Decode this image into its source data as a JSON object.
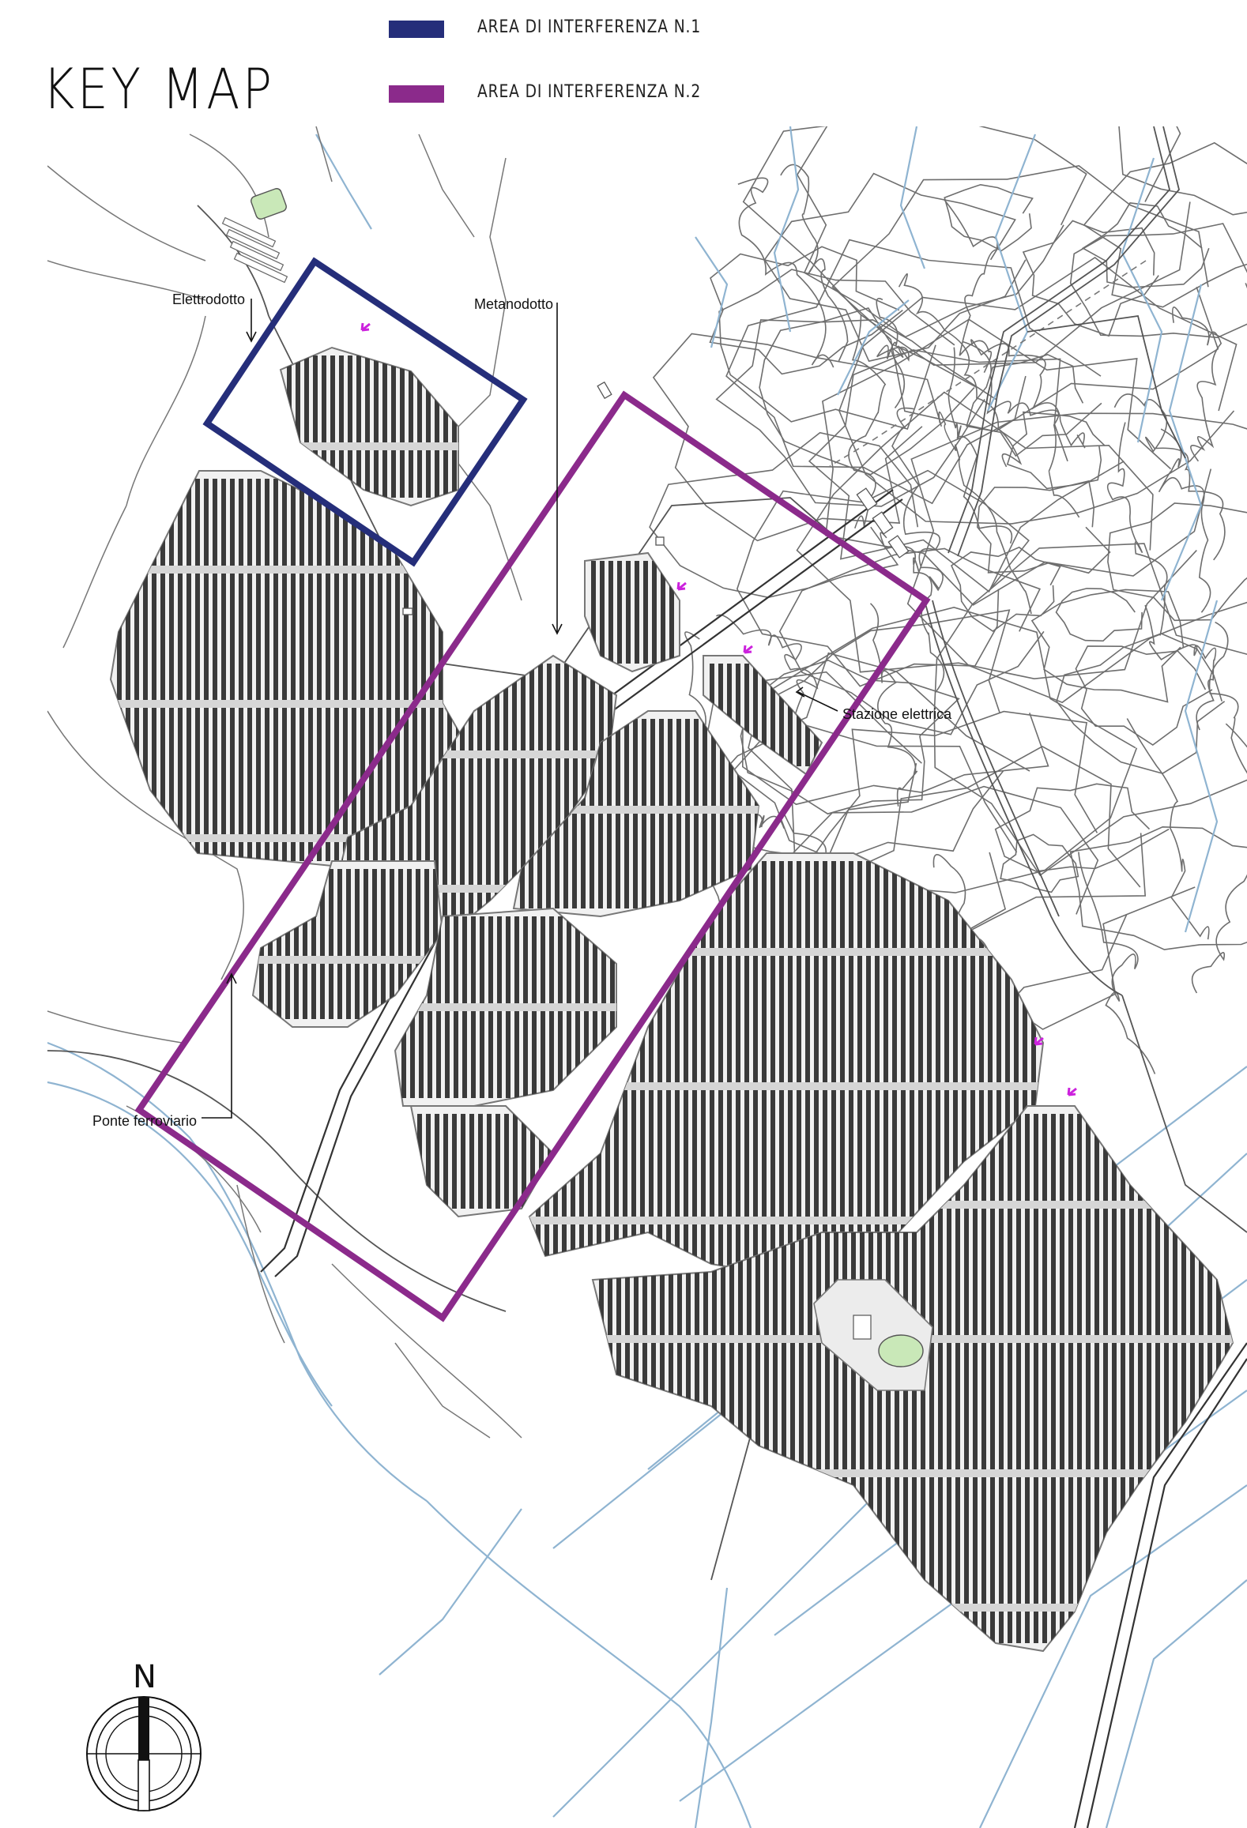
{
  "header": {
    "title": "KEY MAP"
  },
  "legend": {
    "items": [
      {
        "label": "AREA DI INTERFERENZA N.1",
        "color": "#252e7a"
      },
      {
        "label": "AREA DI INTERFERENZA N.2",
        "color": "#8b2a8b"
      }
    ]
  },
  "map": {
    "labels": {
      "elettrodotto": "Elettrodotto",
      "metanodotto": "Metanodotto",
      "stazione": "Stazione elettrica",
      "ponte": "Ponte ferroviario"
    },
    "colors": {
      "contour": "#6e6e6e",
      "stream": "#8fb4d1",
      "panel": "#3a3a3a",
      "field_fill": "#f1f1f1",
      "field_outline": "#777777",
      "access_marker": "#cc22dd",
      "green_area": "#c9e8b8"
    }
  },
  "compass": {
    "north_label": "N"
  }
}
